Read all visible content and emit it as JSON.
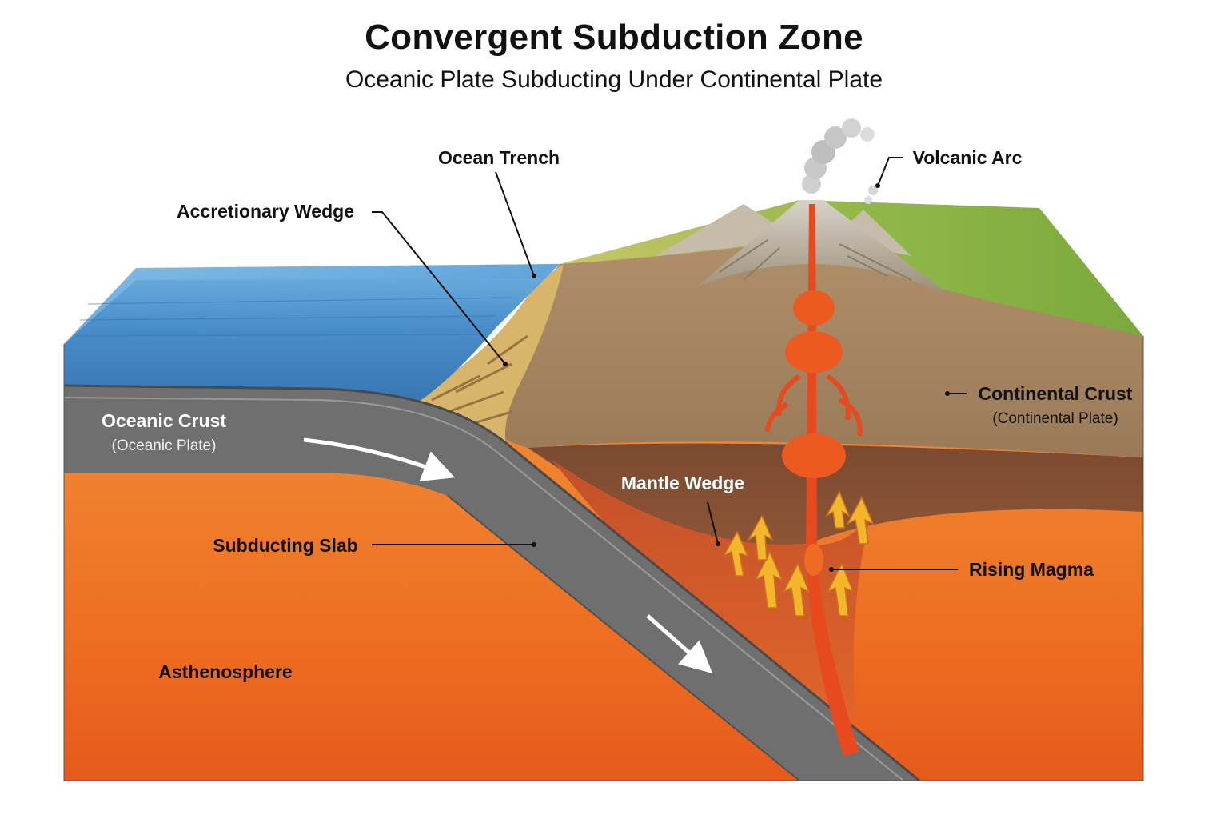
{
  "header": {
    "title": "Convergent Subduction Zone",
    "subtitle": "Oceanic Plate Subducting Under Continental Plate"
  },
  "labels": {
    "ocean_trench": "Ocean Trench",
    "volcanic_arc": "Volcanic Arc",
    "accretionary_wedge": "Accretionary Wedge",
    "oceanic_crust": "Oceanic Crust",
    "oceanic_plate": "(Oceanic Plate)",
    "continental_crust": "Continental Crust",
    "continental_plate": "(Continental Plate)",
    "mantle_wedge": "Mantle Wedge",
    "subducting_slab": "Subducting Slab",
    "rising_magma": "Rising Magma",
    "asthenosphere": "Asthenosphere"
  },
  "colors": {
    "ocean": "#3d86c6",
    "oceanic_crust": "#6e6e6e",
    "continental_crust": "#a48562",
    "asthenosphere": "#ee7a2a",
    "mantle_wedge": "#d5582a",
    "magma": "#e8461e",
    "grass": "#8fb648"
  }
}
